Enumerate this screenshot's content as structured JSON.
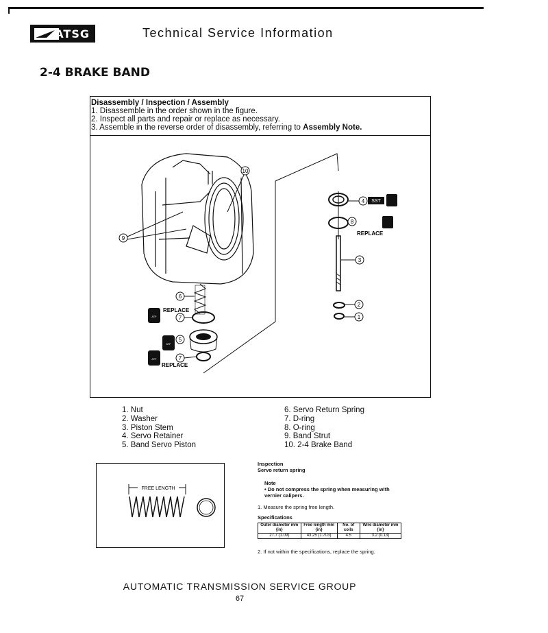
{
  "header": {
    "logo_text": "ATSG",
    "title": "Technical Service Information"
  },
  "section_title": "2-4 BRAKE BAND",
  "instructions": {
    "heading": "Disassembly / Inspection / Assembly",
    "steps": [
      "1. Disassemble in the order shown in the figure.",
      "2. Inspect all parts and repair or replace as necessary.",
      "3. Assemble in the reverse order of disassembly, referring to "
    ],
    "step3_bold": "Assembly Note."
  },
  "diagram": {
    "callouts": [
      "1",
      "2",
      "3",
      "4",
      "5",
      "6",
      "7",
      "8",
      "9",
      "10"
    ],
    "sst_label": "SST",
    "replace_label": "REPLACE",
    "atf_label": "ATF"
  },
  "legend_left": [
    "1. Nut",
    "2. Washer",
    "3. Piston Stem",
    "4. Servo Retainer",
    "5. Band Servo Piston"
  ],
  "legend_right": [
    "6. Servo Return Spring",
    "7. D-ring",
    "8. O-ring",
    "9. Band Strut",
    "10. 2-4 Brake Band"
  ],
  "spring_figure": {
    "free_length_label": "FREE LENGTH"
  },
  "inspection": {
    "heading1": "Inspection",
    "heading2": "Servo return spring",
    "note_heading": "Note",
    "note_text": "• Do not compress the spring when measuring with vernier calipers.",
    "step1": "1. Measure the spring free length.",
    "spec_heading": "Specifications",
    "table_headers": [
      "Outer diameter mm {in}",
      "Free length mm {in}",
      "No. of coils",
      "Wire diameter mm {in}"
    ],
    "table_values": [
      "27.7 {1.09}",
      "43.25 {1.703}",
      "4.5",
      "3.2 {0.13}"
    ],
    "step2": "2. If not within the specifications, replace the spring."
  },
  "footer": {
    "org": "AUTOMATIC TRANSMISSION SERVICE GROUP",
    "page": "67"
  }
}
